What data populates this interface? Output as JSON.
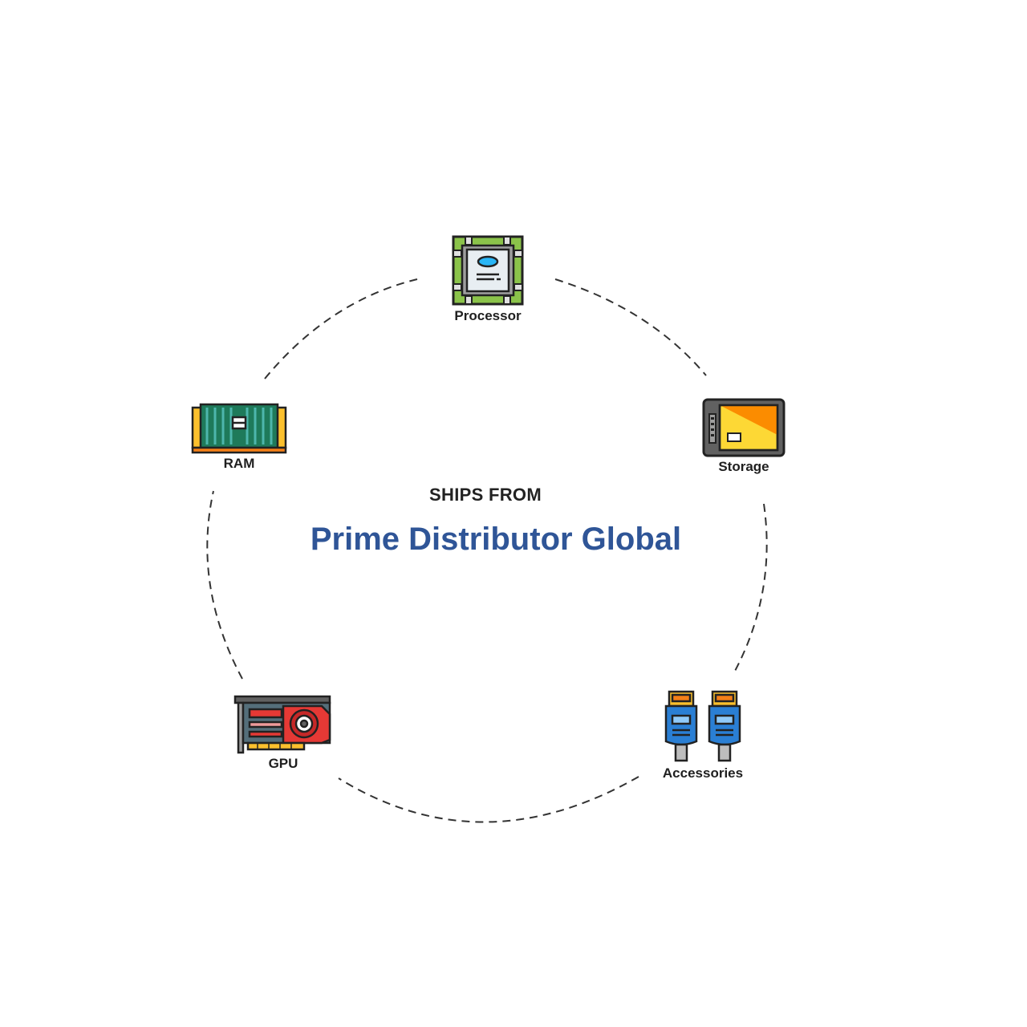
{
  "center": {
    "subtitle": "SHIPS FROM",
    "title": "Prime Distributor Global"
  },
  "nodes": [
    {
      "label": "Processor",
      "icon": "processor-chip-icon"
    },
    {
      "label": "Storage",
      "icon": "ssd-storage-icon"
    },
    {
      "label": "Accessories",
      "icon": "hdmi-cable-icon"
    },
    {
      "label": "GPU",
      "icon": "graphics-card-icon"
    },
    {
      "label": "RAM",
      "icon": "ram-module-icon"
    }
  ],
  "colors": {
    "title": "#2f5597",
    "ring": "#333333",
    "chip_green": "#8bc34a",
    "ram_green": "#1e7a5a",
    "ssd_orange": "#f5a623",
    "cable_blue": "#2a7fd4",
    "gpu_red": "#e53935"
  }
}
